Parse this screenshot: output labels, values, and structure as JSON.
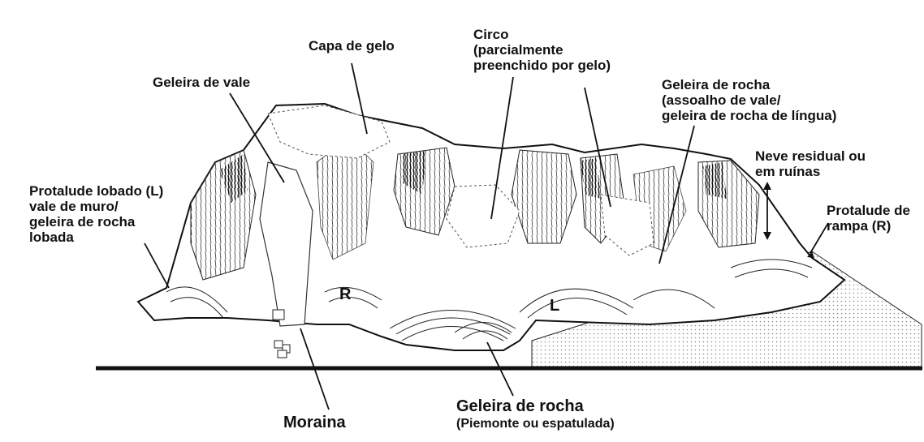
{
  "labels": {
    "capa_de_gelo": "Capa de gelo",
    "circo": "Circo\n(parcialmente\npreenchido por gelo)",
    "geleira_de_vale": "Geleira de vale",
    "geleira_de_rocha_lingua": "Geleira de rocha\n(assoalho de vale/\ngeleira de rocha de língua)",
    "neve_residual": "Neve residual ou\nem ruínas",
    "protalude_lobado": "Protalude lobado (L)\nvale de muro/\ngeleira de rocha\nlobada",
    "protalude_rampa": "Protalude de\nrampa (R)",
    "moraina": "Moraina",
    "geleira_de_rocha_piemonte": "Geleira de rocha",
    "geleira_de_rocha_piemonte_sub": "(Piemonte ou espatulada)"
  },
  "map_letters": {
    "r": "R",
    "l": "L"
  },
  "colors": {
    "ink": "#111111",
    "paper": "#ffffff",
    "stipple": "#bdbdbd"
  }
}
